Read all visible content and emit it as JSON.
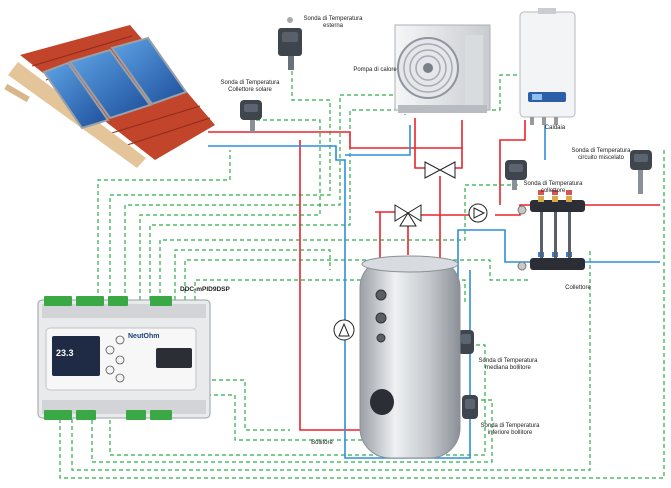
{
  "labels": {
    "sonda_esterna": "Sonda di Temperatura esterna",
    "pompa_calore": "Pompa di calore",
    "caldaia": "Caldaia",
    "sonda_collettore_solare": "Sonda di Temperatura Collettore solare",
    "sonda_collettore": "Sonda di Temperatura collettore",
    "sonda_miscelato": "Sonda di Temperatura circuito miscelato",
    "controller_model": "DDC-mPID9DSP",
    "sonda_mediana": "Sonda di Temperatura mediana bollitore",
    "sonda_inferiore": "Sonda di Temperatura inferiore bollitore",
    "bollitore": "Bollitore",
    "collettore": "Collettore"
  },
  "controller": {
    "brand": "NeutOhm",
    "display_value": "23.3"
  },
  "colors": {
    "hot_line": "#e8242a",
    "cold_line": "#2e8fd8",
    "signal_line": "#2fae4a",
    "tank_body": "#c9cdd2",
    "controller_body": "#e9eaec",
    "terminal_green": "#3aa845"
  }
}
